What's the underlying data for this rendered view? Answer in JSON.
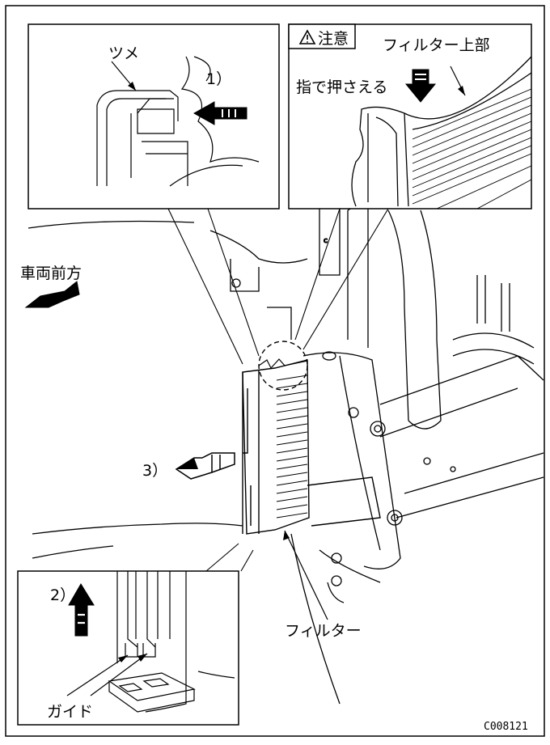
{
  "labels": {
    "tsume": "ツメ",
    "step1": "1）",
    "caution_title": "注意",
    "filter_top": "フィルター上部",
    "press_finger": "指で押さえる",
    "vehicle_front": "車両前方",
    "step3": "3）",
    "step2": "2）",
    "filter": "フィルター",
    "guide": "ガイド",
    "figure_code": "C008121"
  },
  "colors": {
    "line": "#000000",
    "background": "#ffffff",
    "arrow_fill": "#000000"
  },
  "icons": {
    "caution": "warning-triangle-icon"
  }
}
